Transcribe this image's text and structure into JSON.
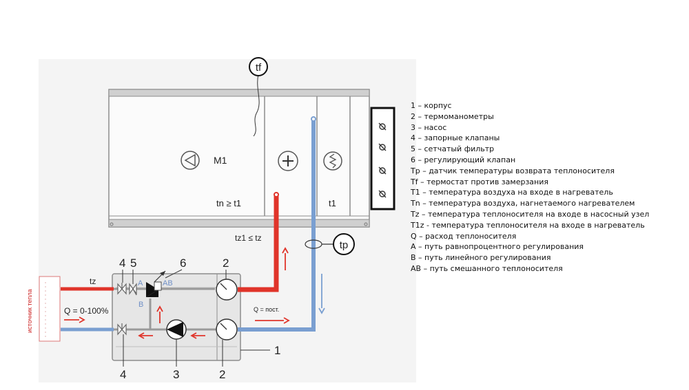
{
  "diagram": {
    "sensor_tf": "tf",
    "sensor_tp": "tp",
    "section_m1": "M1",
    "temp_tn_t1": "tn ≥ t1",
    "temp_t1": "t1",
    "temp_tz1_tz": "tz1 ≤ tz",
    "supply_tz": "tz",
    "flow_q": "Q = 0-100%",
    "flow_const": "Q = пост.",
    "heat_source": "источник тепла",
    "valve_a": "A",
    "valve_b": "B",
    "valve_ab": "AB",
    "callouts": {
      "n4_top": "4",
      "n5": "5",
      "n6": "6",
      "n2_top": "2",
      "n1": "1",
      "n4_bottom": "4",
      "n3": "3",
      "n2_bottom": "2"
    },
    "colors": {
      "supply": "#e0342a",
      "return": "#7a9fd1",
      "housing": "#e6e6e6",
      "pipe_gray": "#9a9a9a"
    }
  },
  "legend": [
    "1 – корпус",
    "2 – термоманометры",
    "3 – насос",
    "4 – запорные клапаны",
    "5 – сетчатый фильтр",
    "6 – регулирующий клапан",
    "Tp – датчик температуры возврата теплоносителя",
    "Tf – термостат против замерзания",
    "T1 – температура воздуха на входе в нагреватель",
    "Tn – температура воздуха, нагнетаемого нагревателем",
    "Tz – температура теплоносителя на входе в насосный узел",
    "T1z - температура теплоносителя на входе в нагреватель",
    "Q – расход теплоносителя",
    "A – путь равнопроцентного регулирования",
    "B – путь линейного регулирования",
    "AB – путь смешанного теплоносителя"
  ]
}
